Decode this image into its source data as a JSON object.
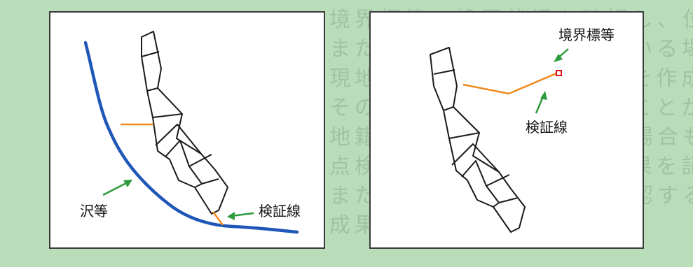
{
  "left_panel": {
    "stream_label": "沢等",
    "verification_line_label": "検証線"
  },
  "right_panel": {
    "boundary_marker_label": "境界標等",
    "verification_line_label": "検証線"
  },
  "colors": {
    "stream": "#1f57b8",
    "verification_line": "#f08a1e",
    "arrow": "#2c9b3c",
    "parcel_outline": "#1a1a1a",
    "marker": "#e0161b",
    "panel_border": "#3a3a3a",
    "background": "#b9dcb9"
  }
}
